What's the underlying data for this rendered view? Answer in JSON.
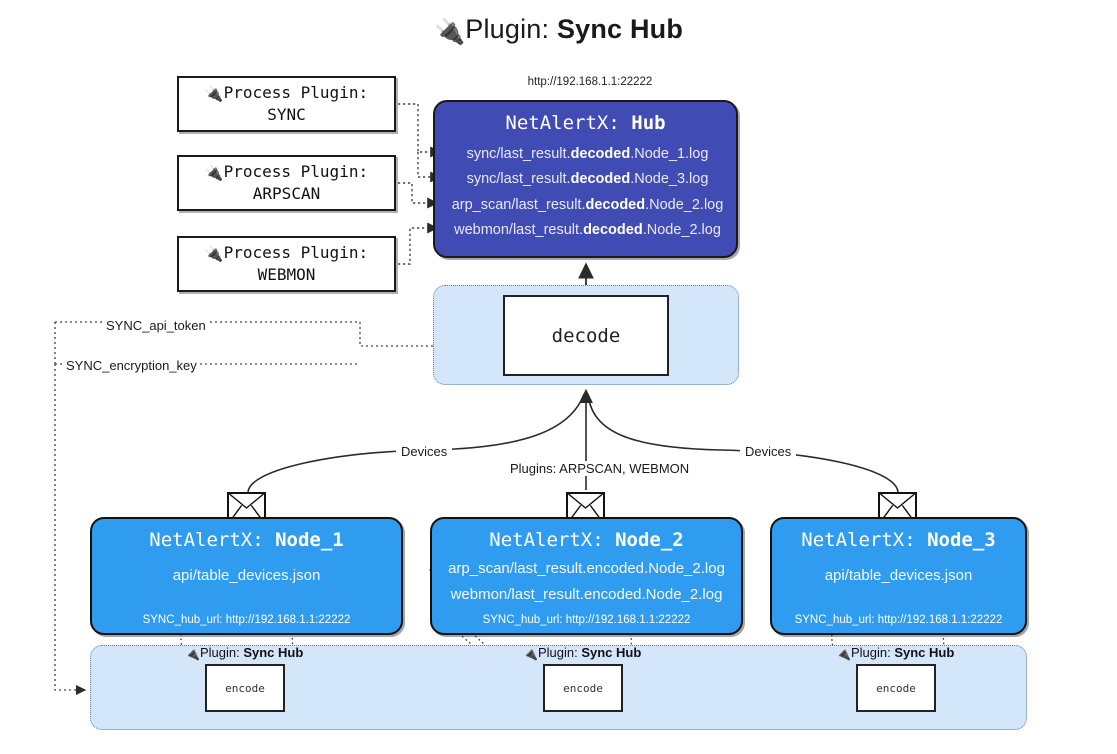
{
  "title": {
    "icon": "plug-icon",
    "prefix": "Plugin: ",
    "name": "Sync Hub"
  },
  "hub": {
    "url": "http://192.168.1.1:22222",
    "title_prefix": "NetAlertX: ",
    "title_name": "Hub",
    "log_lines": [
      {
        "pre": "sync/last_result.",
        "em": "decoded",
        "post": ".Node_1.log"
      },
      {
        "pre": "sync/last_result.",
        "em": "decoded",
        "post": ".Node_3.log"
      },
      {
        "pre": "arp_scan/last_result.",
        "em": "decoded",
        "post": ".Node_2.log"
      },
      {
        "pre": "webmon/last_result.",
        "em": "decoded",
        "post": ".Node_2.log"
      }
    ],
    "color": "#404cb3"
  },
  "process_plugins": [
    {
      "icon": "plug-icon",
      "line1": "Process Plugin:",
      "line2": "SYNC"
    },
    {
      "icon": "plug-icon",
      "line1": "Process Plugin:",
      "line2": "ARPSCAN"
    },
    {
      "icon": "plug-icon",
      "line1": "Process Plugin:",
      "line2": "WEBMON"
    }
  ],
  "decode": {
    "label": "decode",
    "container_color": "#d4e7fa"
  },
  "settings_labels": {
    "api_token": "SYNC_api_token",
    "encryption_key": "SYNC_encryption_key"
  },
  "edge_labels": {
    "devices_left": "Devices",
    "devices_right": "Devices",
    "plugins_middle": "Plugins: ARPSCAN, WEBMON"
  },
  "nodes": [
    {
      "title_prefix": "NetAlertX: ",
      "title_name": "Node_1",
      "icon": "envelope-icon",
      "subs": [
        "api/table_devices.json"
      ],
      "footer": "SYNC_hub_url: http://192.168.1.1:22222",
      "color": "#2f9cf0"
    },
    {
      "title_prefix": "NetAlertX: ",
      "title_name": "Node_2",
      "icon": "envelope-icon",
      "subs": [
        "arp_scan/last_result.encoded.Node_2.log",
        "webmon/last_result.encoded.Node_2.log"
      ],
      "footer": "SYNC_hub_url: http://192.168.1.1:22222",
      "color": "#2f9cf0"
    },
    {
      "title_prefix": "NetAlertX: ",
      "title_name": "Node_3",
      "icon": "envelope-icon",
      "subs": [
        "api/table_devices.json"
      ],
      "footer": "SYNC_hub_url: http://192.168.1.1:22222",
      "color": "#2f9cf0"
    }
  ],
  "encode_band": {
    "plugin_label_prefix": "Plugin: ",
    "plugin_label_name": "Sync Hub",
    "box_label": "encode",
    "container_color": "#d4e7fa"
  }
}
